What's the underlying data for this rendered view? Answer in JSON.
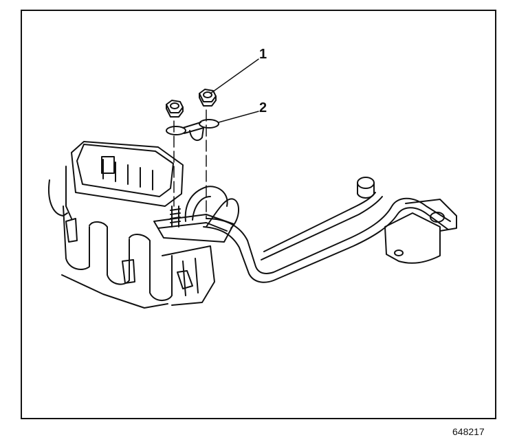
{
  "callouts": {
    "nut": "1",
    "retainer": "2"
  },
  "figure_number": "648217",
  "colors": {
    "line": "#111111",
    "background": "#ffffff"
  }
}
